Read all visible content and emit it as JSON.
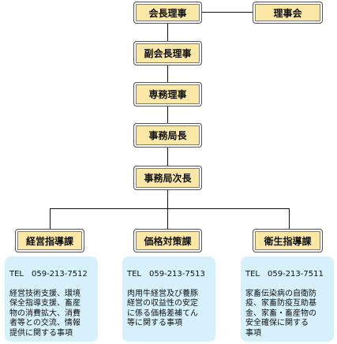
{
  "nodes": {
    "chairman": "会長理事",
    "board": "理事会",
    "vice_chairman": "副会長理事",
    "executive_director": "専務理事",
    "secretary_general": "事務局長",
    "deputy_secretary_general": "事務局次長",
    "management_guidance": "経営指導課",
    "price_control": "価格対策課",
    "hygiene_guidance": "衛生指導課"
  },
  "departments": {
    "management_guidance": {
      "tel": "TEL　059-213-7512",
      "duties": "経営技術支援、環境\n保全指導支援、畜産\n物の消費拡大、消費\n者等との交流、情報\n提供に関する事項"
    },
    "price_control": {
      "tel": "TEL　059-213-7513",
      "duties": "肉用牛経営及び養豚\n経営の収益性の安定\nに係る価格差補てん\n等に関する事項"
    },
    "hygiene_guidance": {
      "tel": "TEL　059-213-7511",
      "duties": "家畜伝染病の自衛防\n疫、家畜防疫互助基\n金、家畜・畜産物の\n安全確保に関する\n事項"
    }
  }
}
